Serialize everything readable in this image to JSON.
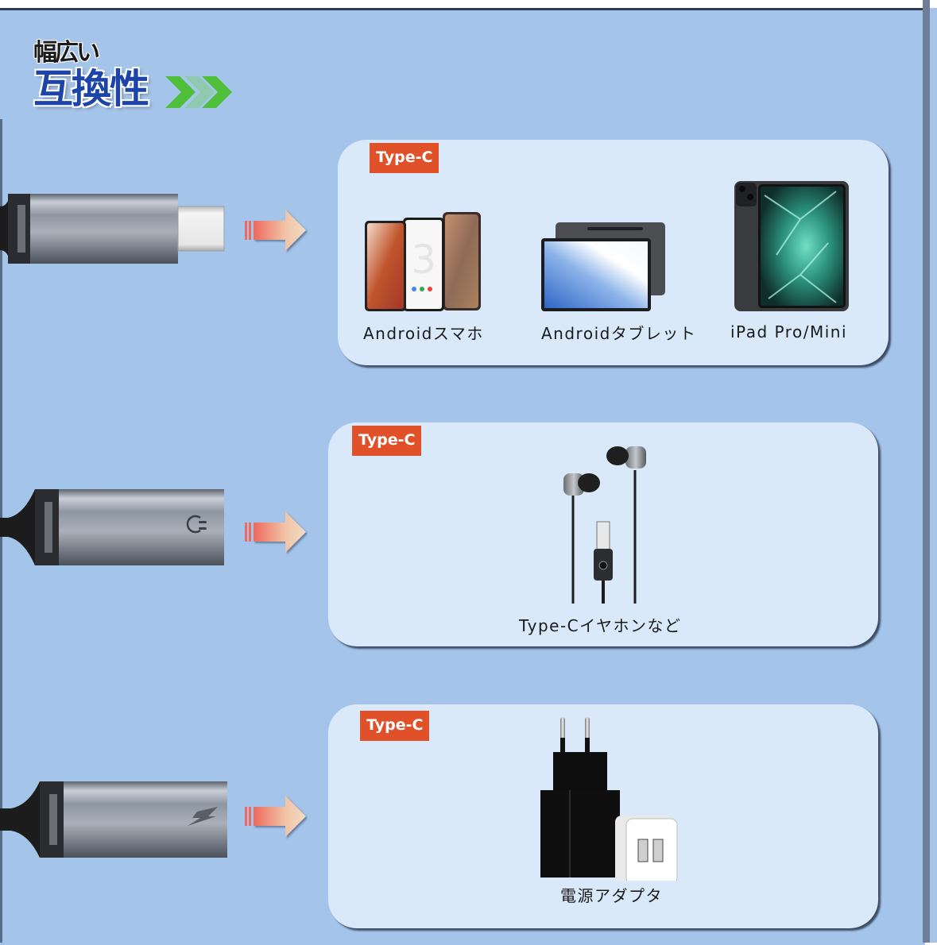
{
  "heading": {
    "line1": "幅広い",
    "line2": "互換性",
    "chevron_icon": "triple-chevron-right-icon",
    "colors": {
      "line1": "#1b1b1b",
      "line2": "#1d44a8",
      "chevron": "#4fbf3a"
    }
  },
  "colors": {
    "background": "#a5c4ea",
    "card": "#d9e9f9",
    "badge": "#e0512a"
  },
  "rows": [
    {
      "connector": "usb-c-male-plug",
      "connector_icon": "usb-c-plug-icon",
      "arrow_icon": "arrow-right-icon",
      "badge": "Type-C",
      "items": [
        {
          "label": "Androidスマホ",
          "image": "android-phones-image"
        },
        {
          "label": "Androidタブレット",
          "image": "android-tablet-image"
        },
        {
          "label": "iPad Pro/Mini",
          "image": "ipad-pro-image"
        }
      ]
    },
    {
      "connector": "usb-c-female-audio",
      "connector_icon": "headphone-icon",
      "arrow_icon": "arrow-right-icon",
      "badge": "Type-C",
      "items": [
        {
          "label": "Type-Cイヤホンなど",
          "image": "type-c-earphones-image"
        }
      ]
    },
    {
      "connector": "usb-c-female-charge",
      "connector_icon": "lightning-bolt-icon",
      "arrow_icon": "arrow-right-icon",
      "badge": "Type-C",
      "items": [
        {
          "label": "電源アダプタ",
          "image": "power-adapter-image"
        }
      ]
    }
  ]
}
